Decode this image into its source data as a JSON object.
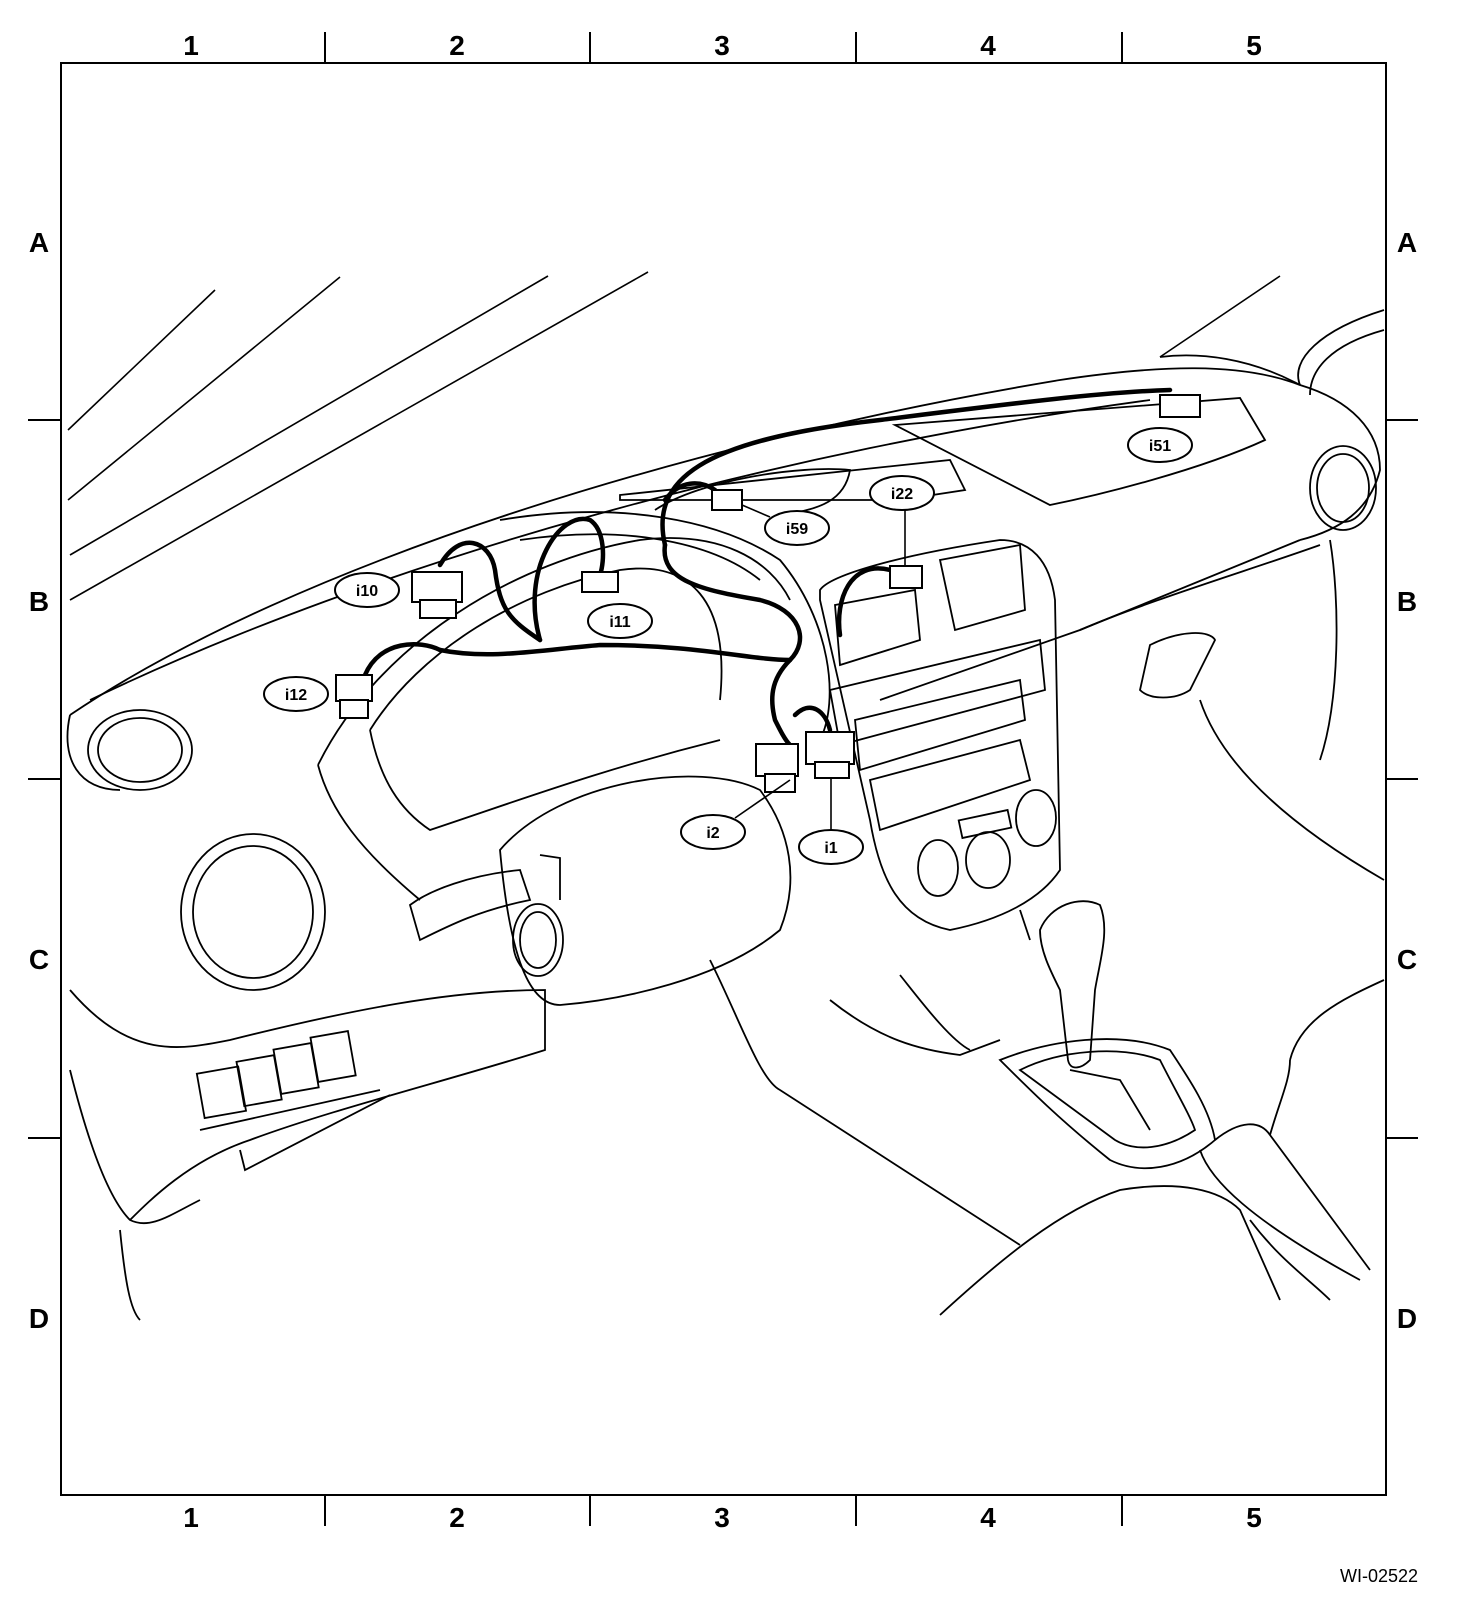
{
  "grid": {
    "columns": [
      "1",
      "2",
      "3",
      "4",
      "5"
    ],
    "rows": [
      "A",
      "B",
      "C",
      "D"
    ]
  },
  "connectors": [
    {
      "id": "i1",
      "label": "i1"
    },
    {
      "id": "i2",
      "label": "i2"
    },
    {
      "id": "i10",
      "label": "i10"
    },
    {
      "id": "i11",
      "label": "i11"
    },
    {
      "id": "i12",
      "label": "i12"
    },
    {
      "id": "i22",
      "label": "i22"
    },
    {
      "id": "i51",
      "label": "i51"
    },
    {
      "id": "i59",
      "label": "i59"
    }
  ],
  "figure_code": "WI-02522"
}
